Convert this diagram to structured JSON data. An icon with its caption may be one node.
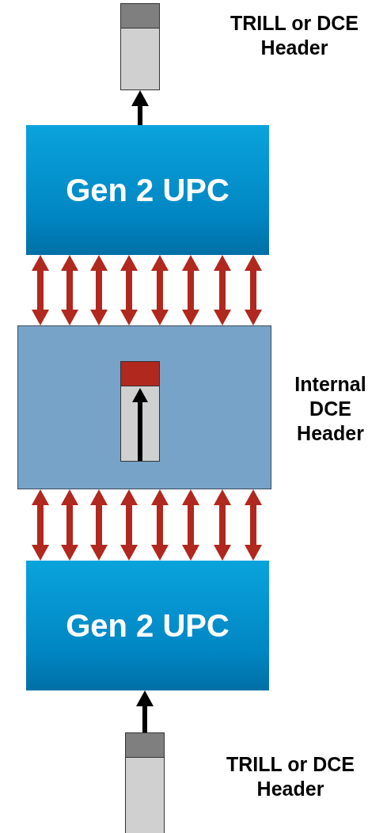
{
  "diagram": {
    "nodes": [
      {
        "text": [],
        "shape": "box",
        "beside": [
          "TRILL or DCE Header"
        ]
      },
      {
        "text": [
          "Gen 2 UPC"
        ]
      },
      {
        "text": [],
        "shape": "box",
        "beside": [
          "Internal DCE Header"
        ]
      },
      {
        "text": [],
        "shape": "box",
        "in": 2
      },
      {
        "text": [
          "Gen 2 UPC"
        ]
      },
      {
        "text": [],
        "shape": "box",
        "beside": [
          "TRILL or DCE Header"
        ]
      }
    ],
    "edges": [
      {
        "from": 1,
        "to": 0,
        "arrow": "to",
        "color": "#000000"
      },
      {
        "from": 1,
        "to": 2,
        "arrow": "both"
      },
      {
        "from": 1,
        "to": 2,
        "arrow": "both"
      },
      {
        "from": 1,
        "to": 2,
        "arrow": "both"
      },
      {
        "from": 1,
        "to": 2,
        "arrow": "both"
      },
      {
        "from": 1,
        "to": 2,
        "arrow": "both"
      },
      {
        "from": 1,
        "to": 2,
        "arrow": "both"
      },
      {
        "from": 1,
        "to": 2,
        "arrow": "both"
      },
      {
        "from": 1,
        "to": 2,
        "arrow": "both"
      },
      {
        "from": 2,
        "to": 4,
        "arrow": "both"
      },
      {
        "from": 2,
        "to": 4,
        "arrow": "both"
      },
      {
        "from": 2,
        "to": 4,
        "arrow": "both"
      },
      {
        "from": 2,
        "to": 4,
        "arrow": "both"
      },
      {
        "from": 2,
        "to": 4,
        "arrow": "both"
      },
      {
        "from": 2,
        "to": 4,
        "arrow": "both"
      },
      {
        "from": 2,
        "to": 4,
        "arrow": "both"
      },
      {
        "from": 2,
        "to": 4,
        "arrow": "both"
      },
      {
        "from": 5,
        "to": 4,
        "arrow": "to",
        "color": "#000000"
      }
    ]
  }
}
